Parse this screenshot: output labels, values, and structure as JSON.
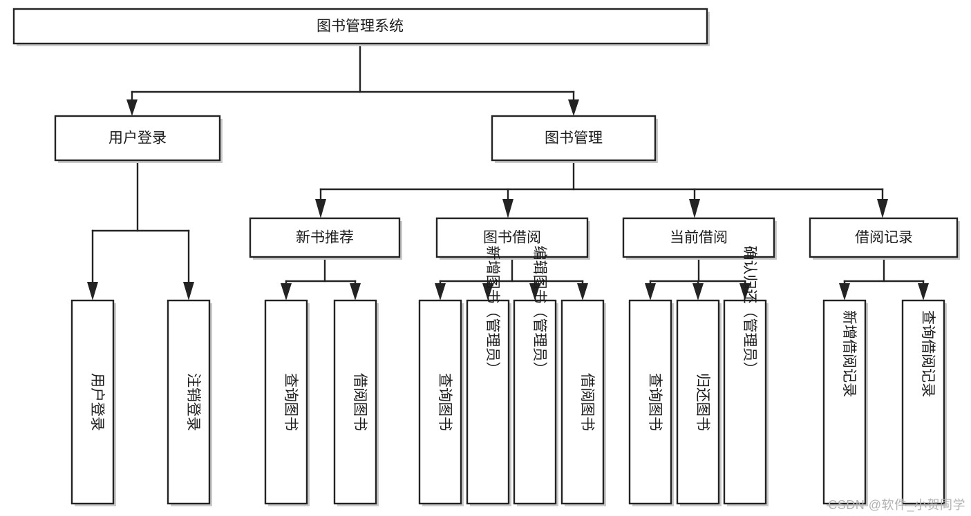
{
  "diagram": {
    "type": "tree-hierarchy-chart",
    "title": "图书管理系统",
    "root": {
      "id": "root",
      "label": "图书管理系统",
      "orientation": "horizontal"
    },
    "level2": [
      {
        "id": "user-login",
        "label": "用户登录",
        "orientation": "horizontal"
      },
      {
        "id": "book-management",
        "label": "图书管理",
        "orientation": "horizontal"
      }
    ],
    "level3": [
      {
        "id": "new-book-recommend",
        "label": "新书推荐",
        "orientation": "horizontal",
        "parent": "book-management"
      },
      {
        "id": "book-borrow",
        "label": "图书借阅",
        "orientation": "horizontal",
        "parent": "book-management"
      },
      {
        "id": "current-borrow",
        "label": "当前借阅",
        "orientation": "horizontal",
        "parent": "book-management"
      },
      {
        "id": "borrow-record",
        "label": "借阅记录",
        "orientation": "horizontal",
        "parent": "book-management"
      }
    ],
    "leaves": [
      {
        "id": "leaf-user-login",
        "label": "用户登录",
        "orientation": "vertical",
        "parent": "user-login"
      },
      {
        "id": "leaf-logout-login",
        "label": "注销登录",
        "orientation": "vertical",
        "parent": "user-login"
      },
      {
        "id": "leaf-query-book-1",
        "label": "查询图书",
        "orientation": "vertical",
        "parent": "new-book-recommend"
      },
      {
        "id": "leaf-borrow-book-1",
        "label": "借阅图书",
        "orientation": "vertical",
        "parent": "new-book-recommend"
      },
      {
        "id": "leaf-query-book-2",
        "label": "查询图书",
        "orientation": "vertical",
        "parent": "book-borrow"
      },
      {
        "id": "leaf-add-book",
        "label": "新增图书（管理员）",
        "orientation": "vertical",
        "parent": "book-borrow"
      },
      {
        "id": "leaf-edit-book",
        "label": "编辑图书（管理员）",
        "orientation": "vertical",
        "parent": "book-borrow"
      },
      {
        "id": "leaf-borrow-book-2",
        "label": "借阅图书",
        "orientation": "vertical",
        "parent": "book-borrow"
      },
      {
        "id": "leaf-query-book-3",
        "label": "查询图书",
        "orientation": "vertical",
        "parent": "current-borrow"
      },
      {
        "id": "leaf-return-book",
        "label": "归还图书",
        "orientation": "vertical",
        "parent": "current-borrow"
      },
      {
        "id": "leaf-confirm-return",
        "label": "确认归还（管理员）",
        "orientation": "vertical",
        "parent": "current-borrow"
      },
      {
        "id": "leaf-add-record",
        "label": "新增借阅记录",
        "orientation": "vertical",
        "parent": "borrow-record"
      },
      {
        "id": "leaf-query-record",
        "label": "查询借阅记录",
        "orientation": "vertical",
        "parent": "borrow-record"
      }
    ],
    "watermark": "CSDN @软件_小贺同学",
    "colors": {
      "stroke": "#232323",
      "fill": "#ffffff",
      "text": "#1c1c1c",
      "shadow": "#c9c9c9",
      "watermark": "#b3b3b3",
      "background": "#ffffff"
    }
  }
}
